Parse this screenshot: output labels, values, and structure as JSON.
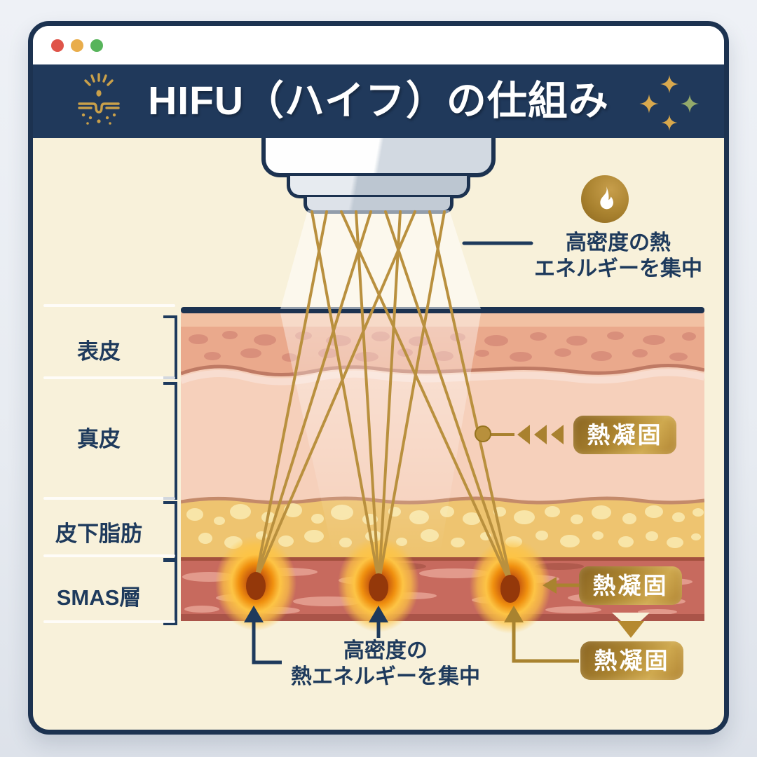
{
  "window": {
    "dot_styles": [
      "background:#df5449",
      "background:#e9ad4b",
      "background:#57b45b"
    ]
  },
  "header": {
    "title": "HIFU（ハイフ）の仕組み"
  },
  "skin_layers": [
    {
      "name": "表皮"
    },
    {
      "name": "真皮"
    },
    {
      "name": "皮下脂肪"
    },
    {
      "name": "SMAS層"
    }
  ],
  "annotations": {
    "top_heat": {
      "line1": "高密度の熱",
      "line2": "エネルギーを集中"
    },
    "bottom_heat": {
      "line1": "高密度の",
      "line2": "熱エネルギーを集中"
    },
    "badge_dermis": "熱凝固",
    "badge_smas": "熱凝固",
    "badge_below": "熱凝固"
  },
  "icons": {
    "flame": "flame-icon",
    "ornament": "gold-ornament",
    "sparkles": "gold-green-sparkles"
  },
  "colors": {
    "navy": "#1e3a5c",
    "gold": "#a9832f",
    "cream": "#f8f1da",
    "glow_orange": "#f0900f"
  }
}
